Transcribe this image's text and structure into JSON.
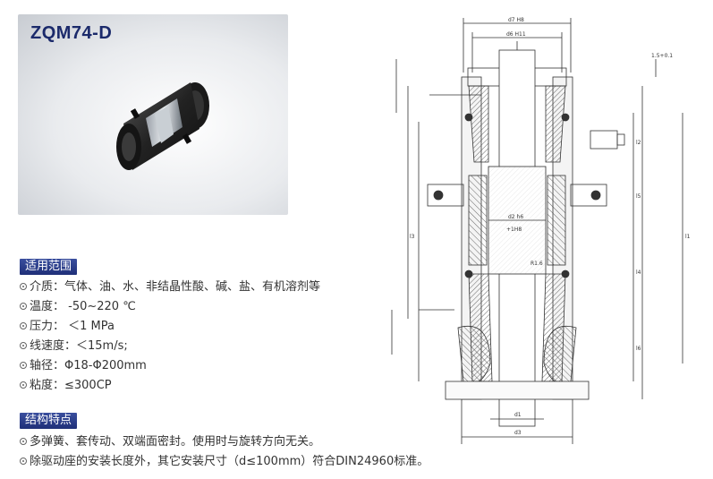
{
  "product": {
    "model": "ZQM74-D"
  },
  "sections": {
    "scope_title": "适用范围",
    "features_title": "结构特点"
  },
  "specs": [
    {
      "text": "介质：气体、油、水、非结晶性酸、碱、盐、有机溶剂等"
    },
    {
      "text": "温度： -50~220 ℃"
    },
    {
      "text": "压力： ＜1 MPa"
    },
    {
      "text": "线速度：＜15m/s;"
    },
    {
      "text": "轴径：Φ18-Φ200mm"
    },
    {
      "text": "粘度：≤300CP"
    }
  ],
  "features": [
    {
      "text": "多弹簧、套传动、双端面密封。使用时与旋转方向无关。"
    },
    {
      "text": "除驱动座的安装长度外，其它安装尺寸（d≤100mm）符合DIN24960标准。"
    }
  ],
  "drawing_labels": {
    "d7": "d7 H8",
    "d6": "d6 H11",
    "d2": "d2 h6",
    "d3": "d3",
    "d1": "d1",
    "l1": "l1",
    "l2": "l2",
    "l3": "l3",
    "l4": "l4",
    "l5": "l5",
    "l6": "l6",
    "r16": "R1.6",
    "tol": "1.5+0.1",
    "h8": "+1H8"
  },
  "colors": {
    "header_bg": "#1f2f78",
    "title": "#1b2a6b"
  }
}
